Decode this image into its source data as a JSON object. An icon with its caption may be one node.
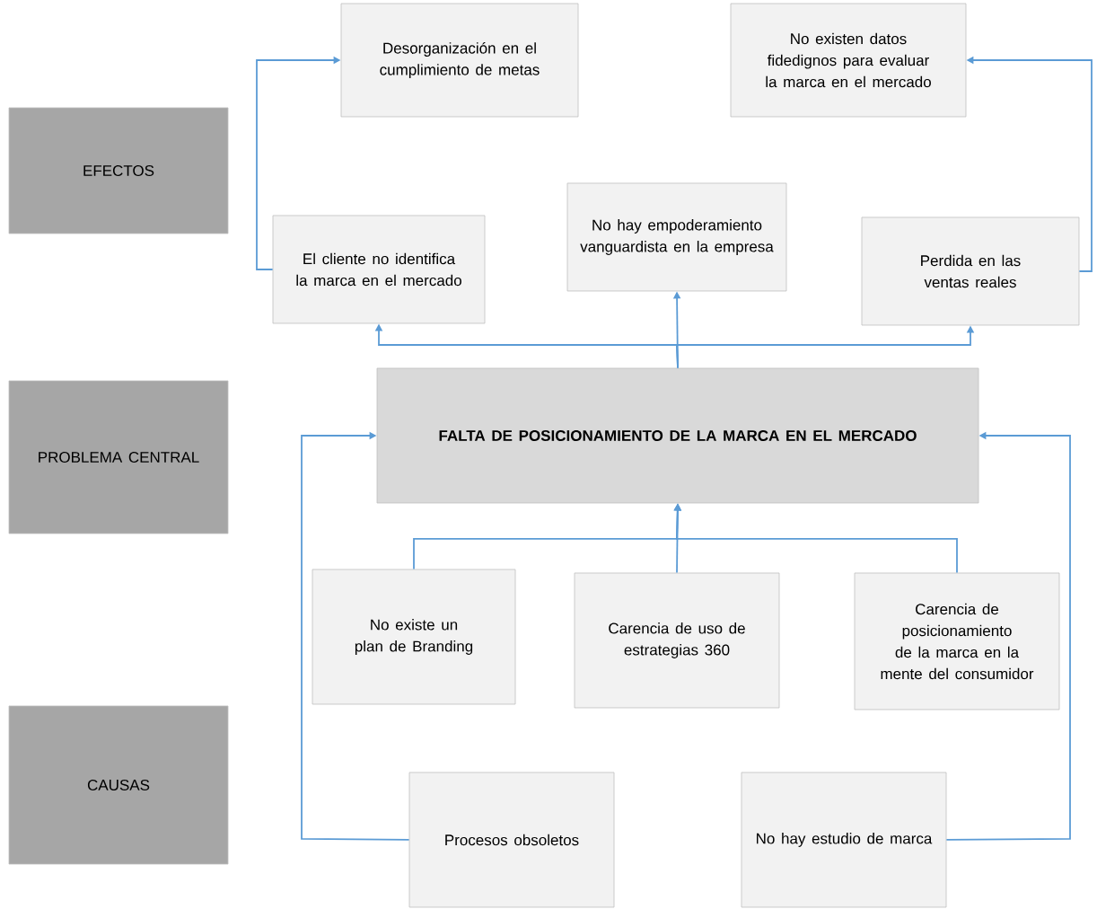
{
  "diagram": {
    "nodes": [
      {
        "text": [
          "EFECTOS"
        ]
      },
      {
        "text": [
          "PROBLEMA CENTRAL"
        ]
      },
      {
        "text": [
          "CAUSAS"
        ]
      },
      {
        "text": [
          "Desorganización en el cumplimiento de metas"
        ]
      },
      {
        "text": [
          "No existen datos fidedignos para evaluar la marca en el mercado"
        ]
      },
      {
        "text": [
          "El cliente no identifica la marca en el mercado"
        ]
      },
      {
        "text": [
          "No hay empoderamiento vanguardista en la empresa"
        ]
      },
      {
        "text": [
          "Perdida en las ventas reales"
        ]
      },
      {
        "text": [
          "FALTA DE POSICIONAMIENTO DE LA MARCA EN EL MERCADO"
        ]
      },
      {
        "text": [
          "No existe un plan de Branding"
        ]
      },
      {
        "text": [
          "Carencia de uso de estrategias 360"
        ]
      },
      {
        "text": [
          "Carencia de posicionamiento de la marca en la mente del consumidor"
        ]
      },
      {
        "text": [
          "Procesos obsoletos"
        ]
      },
      {
        "text": [
          "No hay estudio de marca"
        ]
      }
    ],
    "edges": [
      {
        "from": 5,
        "to": 3,
        "arrow": "to"
      },
      {
        "from": 7,
        "to": 4,
        "arrow": "to"
      },
      {
        "from": 8,
        "to": 5,
        "arrow": "to"
      },
      {
        "from": 8,
        "to": 6,
        "arrow": "to"
      },
      {
        "from": 8,
        "to": 7,
        "arrow": "to"
      },
      {
        "from": 9,
        "to": 8,
        "arrow": "to"
      },
      {
        "from": 10,
        "to": 8,
        "arrow": "to"
      },
      {
        "from": 11,
        "to": 8,
        "arrow": "to"
      },
      {
        "from": 12,
        "to": 8,
        "arrow": "to"
      },
      {
        "from": 13,
        "to": 8,
        "arrow": "to"
      }
    ]
  }
}
